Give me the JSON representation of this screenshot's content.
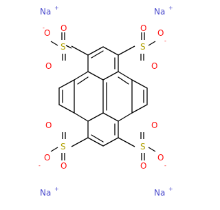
{
  "molecule": {
    "bond_color": "#000000",
    "oxygen_color": "#ff0d0d",
    "sulfur_color": "#b2a100",
    "sodium_color": "#4a4acc",
    "labels": {
      "na": "Na",
      "s": "S",
      "o": "O",
      "plus": "+",
      "minus": "-"
    }
  }
}
